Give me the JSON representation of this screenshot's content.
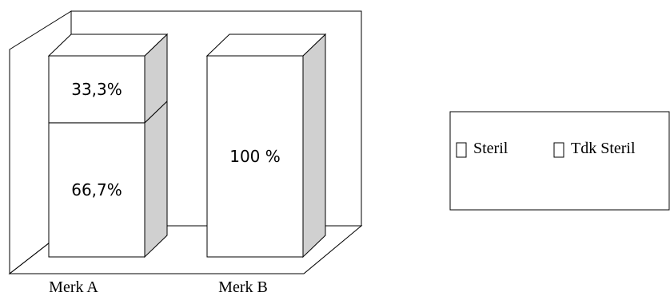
{
  "chart_data": {
    "type": "bar",
    "stacked": true,
    "style": "3d-percent-stacked",
    "categories": [
      "Merk A",
      "Merk B"
    ],
    "series": [
      {
        "name": "Steril",
        "values": [
          66.7,
          100
        ]
      },
      {
        "name": "Tdk Steril",
        "values": [
          33.3,
          0
        ]
      }
    ],
    "segment_labels": [
      [
        "66,7%",
        "33,3%"
      ],
      [
        "100 %",
        ""
      ]
    ],
    "ylim": [
      0,
      100
    ],
    "grid": false,
    "legend_position": "right",
    "colors": {
      "front": "#ffffff",
      "side": "#d0d0d0",
      "stroke": "#000000"
    }
  }
}
